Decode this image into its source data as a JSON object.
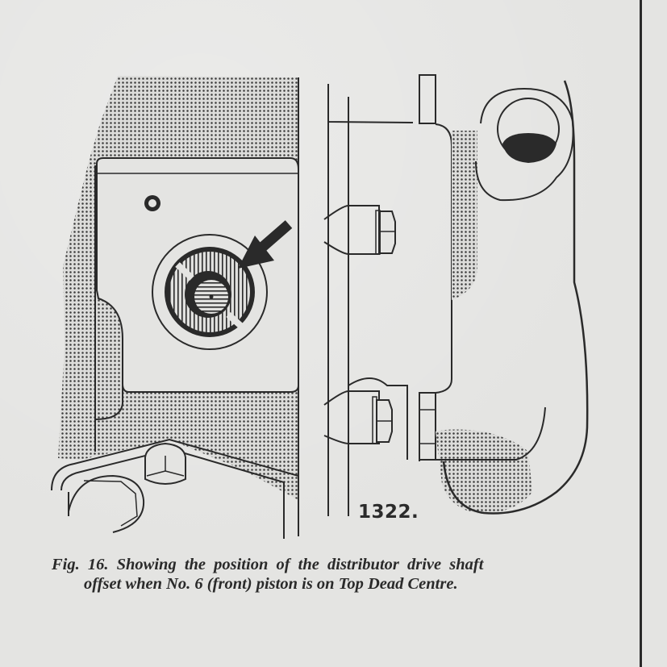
{
  "page": {
    "background_color": "#e4e4e2",
    "ink_color": "#2a2a2a"
  },
  "figure": {
    "number_label": "1322.",
    "elements": [
      "cylinder-block-casting",
      "distributor-drive-shaft-bore",
      "offset-slot-drive",
      "indicator-arrow",
      "location-pin-hole",
      "oil-pump-body",
      "securing-nut-upper",
      "securing-nut-lower",
      "cap-nut",
      "spanner-jaw",
      "drive-housing"
    ]
  },
  "caption": {
    "line1": "Fig. 16.  Showing the position of the distributor drive shaft",
    "line2": "offset when No. 6 (front) piston is on Top Dead Centre."
  }
}
